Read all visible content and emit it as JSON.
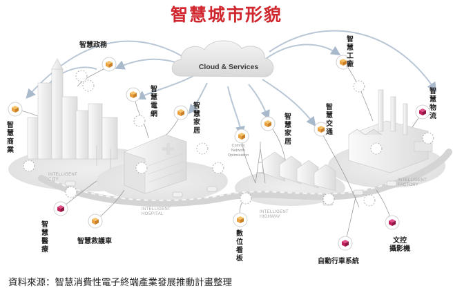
{
  "title": "智慧城市形貌",
  "cloud_label": "Cloud & Services",
  "comms_label": [
    "Comms",
    "Network",
    "Optimization"
  ],
  "zones": {
    "city": [
      "INTELLIGENT",
      "CITY"
    ],
    "hospital": [
      "INTELLIGENT",
      "HOSPITAL"
    ],
    "highway": [
      "INTELLIGENT",
      "HIGHWAY"
    ],
    "factory": [
      "INTELLIGENT",
      "FACTORY"
    ]
  },
  "labels": {
    "gov": "智慧政務",
    "grid": [
      "智慧",
      "電網"
    ],
    "home_left": [
      "智慧",
      "家居"
    ],
    "home_right": [
      "智慧",
      "家居"
    ],
    "commerce": [
      "智慧",
      "商業"
    ],
    "factory": [
      "智慧",
      "工廠"
    ],
    "logistics": [
      "智慧",
      "物流"
    ],
    "traffic": [
      "智慧",
      "交通"
    ],
    "medical": [
      "智慧",
      "醫療"
    ],
    "ambulance": "智慧救護車",
    "signage": [
      "數位",
      "看板"
    ],
    "autodrive": "自動行車系統",
    "camera": [
      "文控",
      "攝影機"
    ]
  },
  "source": "資料來源：智慧消費性電子終端產業發展推動計畫整理",
  "colors": {
    "title": "#d0262d",
    "node_orange": "#e8a040",
    "node_magenta": "#c0205a",
    "ground": "#e9e9e9",
    "arrow": "#b8c6d6",
    "building": "#f2f2f2"
  }
}
